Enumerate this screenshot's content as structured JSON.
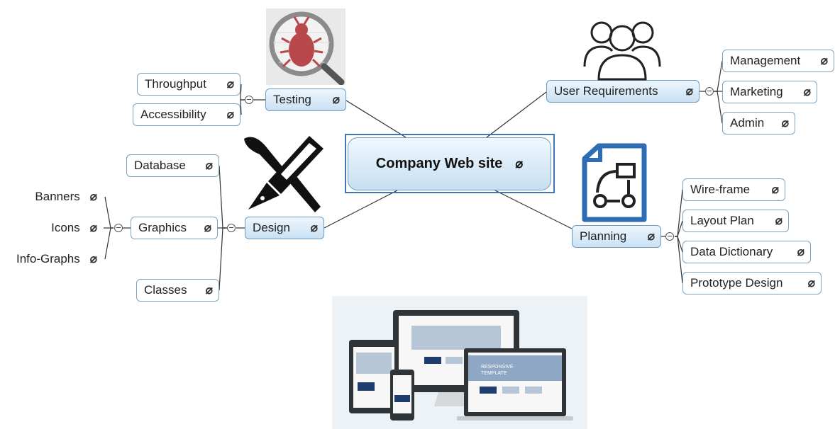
{
  "central": {
    "label": "Company Web site"
  },
  "branches": {
    "testing": {
      "label": "Testing",
      "children": [
        "Throughput",
        "Accessibility"
      ]
    },
    "user_requirements": {
      "label": "User Requirements",
      "children": [
        "Management",
        "Marketing",
        "Admin"
      ]
    },
    "design": {
      "label": "Design",
      "children": [
        "Database",
        "Graphics",
        "Classes"
      ]
    },
    "graphics_children": [
      "Banners",
      "Icons",
      "Info-Graphs"
    ],
    "planning": {
      "label": "Planning",
      "children": [
        "Wire-frame",
        "Layout Plan",
        "Data Dictionary",
        "Prototype Design"
      ]
    }
  },
  "images": {
    "bug_icon": "bug-magnifier-icon",
    "users_icon": "users-group-icon",
    "design_icon": "brush-pen-icon",
    "flow_icon": "flowchart-document-icon",
    "responsive_icon": "responsive-devices-icon",
    "responsive_caption": "RESPONSIVE TEMPLATE"
  },
  "attachment_icon": "paperclip-icon",
  "colors": {
    "node_border": "#7fa2bd",
    "node_fill_top": "#eef6fc",
    "node_fill_bottom": "#c9e1f4",
    "accent": "#3f77b5"
  }
}
